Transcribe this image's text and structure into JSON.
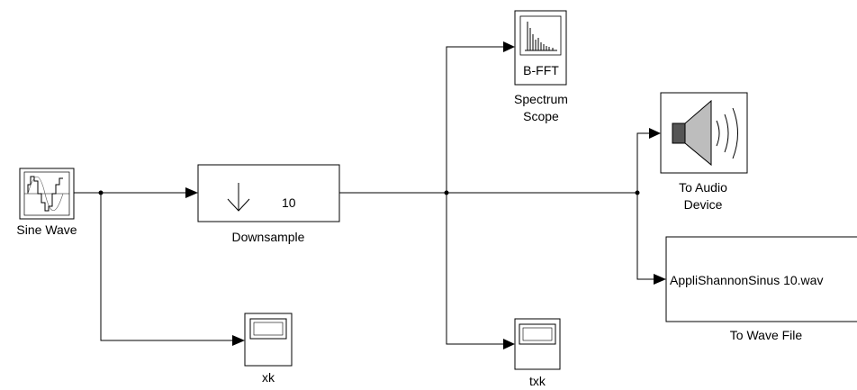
{
  "blocks": {
    "sine_wave": {
      "label": "Sine Wave"
    },
    "downsample": {
      "label": "Downsample",
      "factor": "10"
    },
    "spectrum_scope": {
      "label_line1": "Spectrum",
      "label_line2": "Scope",
      "icon_text": "B-FFT"
    },
    "to_audio": {
      "label_line1": "To Audio",
      "label_line2": "Device"
    },
    "to_wave_file": {
      "label": "To Wave File",
      "file_text": "AppliShannonSinus  10.wav"
    },
    "scope_xk": {
      "label": "xk"
    },
    "scope_txk": {
      "label": "txk"
    }
  }
}
